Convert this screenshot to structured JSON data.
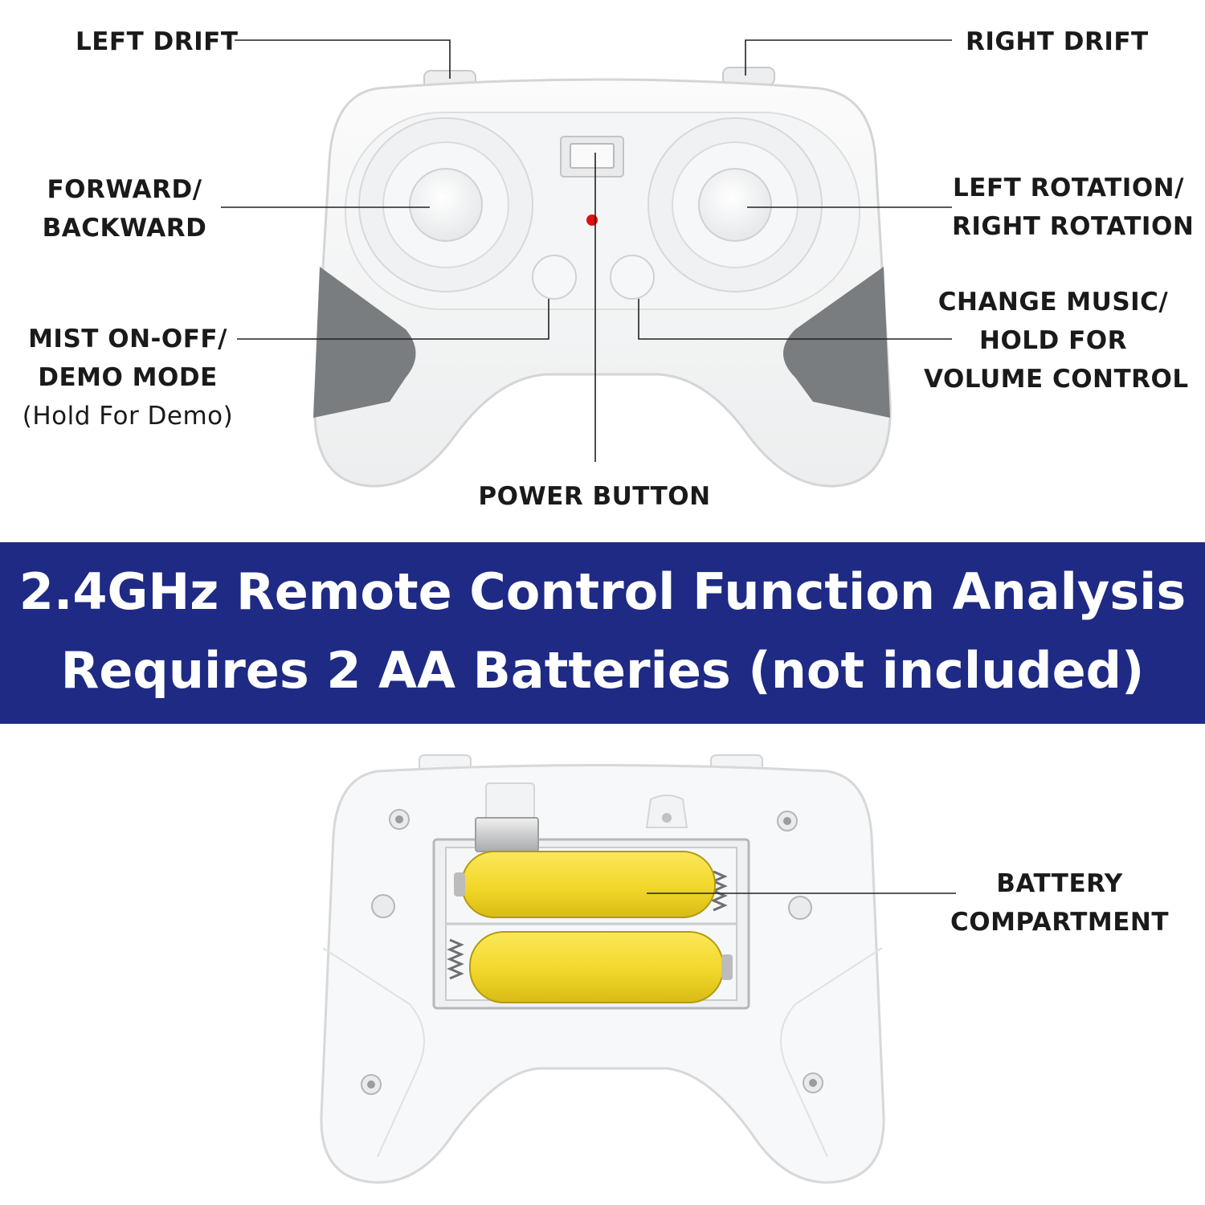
{
  "labels": {
    "left_drift": "LEFT DRIFT",
    "right_drift": "RIGHT DRIFT",
    "forward_backward": [
      "FORWARD/",
      "BACKWARD"
    ],
    "rotation": [
      "LEFT ROTATION/",
      "RIGHT ROTATION"
    ],
    "mist": [
      "MIST ON-OFF/",
      "DEMO MODE",
      "(Hold For Demo)"
    ],
    "music": [
      "CHANGE MUSIC/",
      "HOLD FOR",
      "VOLUME CONTROL"
    ],
    "power": "POWER BUTTON",
    "battery": [
      "BATTERY",
      "COMPARTMENT"
    ]
  },
  "banner": {
    "line1": "2.4GHz Remote Control Function Analysis",
    "line2": "Requires 2 AA Batteries (not included)"
  },
  "colors": {
    "banner_bg": "#1e2a84",
    "battery_yellow": "#f2da2c",
    "grip_gray": "#7a7d80",
    "led_red": "#e01010"
  }
}
